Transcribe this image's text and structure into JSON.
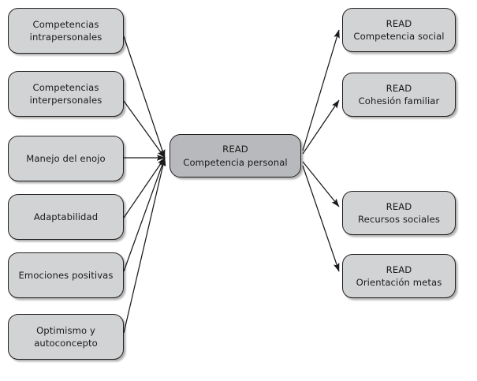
{
  "diagram": {
    "type": "concept-map",
    "background_color": "#ffffff",
    "node_fill_outer": "#d2d3d4",
    "node_fill_center": "#b8b9bc",
    "node_border_color": "#221f1f",
    "edge_color": "#1a1a1a",
    "center": {
      "id": "read-competencia-personal",
      "label": "READ\nCompetencia personal",
      "line1": "READ",
      "line2": "Competencia personal"
    },
    "inputs": [
      {
        "id": "competencias-intrapersonales",
        "label": "Competencias\nintrapersonales"
      },
      {
        "id": "competencias-interpersonales",
        "label": "Competencias\ninterpersonales"
      },
      {
        "id": "manejo-del-enojo",
        "label": "Manejo del enojo"
      },
      {
        "id": "adaptabilidad",
        "label": "Adaptabilidad"
      },
      {
        "id": "emociones-positivas",
        "label": "Emociones positivas"
      },
      {
        "id": "optimismo-y-autoconcepto",
        "label": "Optimismo y\nautoconcepto"
      }
    ],
    "outputs": [
      {
        "id": "read-competencia-social",
        "label": "READ\nCompetencia social"
      },
      {
        "id": "read-cohesion-familiar",
        "label": "READ\nCohesión familiar"
      },
      {
        "id": "read-recursos-sociales",
        "label": "READ\nRecursos sociales"
      },
      {
        "id": "read-orientacion-metas",
        "label": "READ\nOrientación metas"
      }
    ],
    "edges": {
      "incoming_count": 6,
      "outgoing_count": 4,
      "incoming_arrowhead": "converging-at-center-left",
      "outgoing_arrowhead": "diverging-from-center-right"
    }
  }
}
